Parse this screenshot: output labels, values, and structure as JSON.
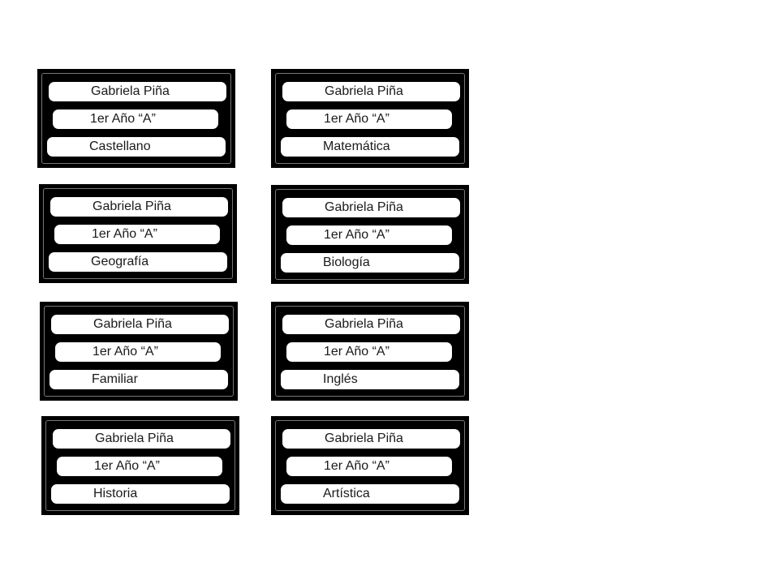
{
  "cards": [
    {
      "name": "Gabriela Piña",
      "grade": "1er Año “A”",
      "subject": "Castellano"
    },
    {
      "name": "Gabriela Piña",
      "grade": "1er Año “A”",
      "subject": "Matemática"
    },
    {
      "name": "Gabriela Piña",
      "grade": "1er Año “A”",
      "subject": "Geografía"
    },
    {
      "name": "Gabriela Piña",
      "grade": "1er Año “A”",
      "subject": "Biología"
    },
    {
      "name": "Gabriela Piña",
      "grade": "1er Año “A”",
      "subject": "Familiar"
    },
    {
      "name": "Gabriela Piña",
      "grade": "1er Año “A”",
      "subject": "Inglés"
    },
    {
      "name": "Gabriela Piña",
      "grade": "1er Año “A”",
      "subject": "Historia"
    },
    {
      "name": "Gabriela Piña",
      "grade": "1er Año “A”",
      "subject": "Artística"
    }
  ]
}
